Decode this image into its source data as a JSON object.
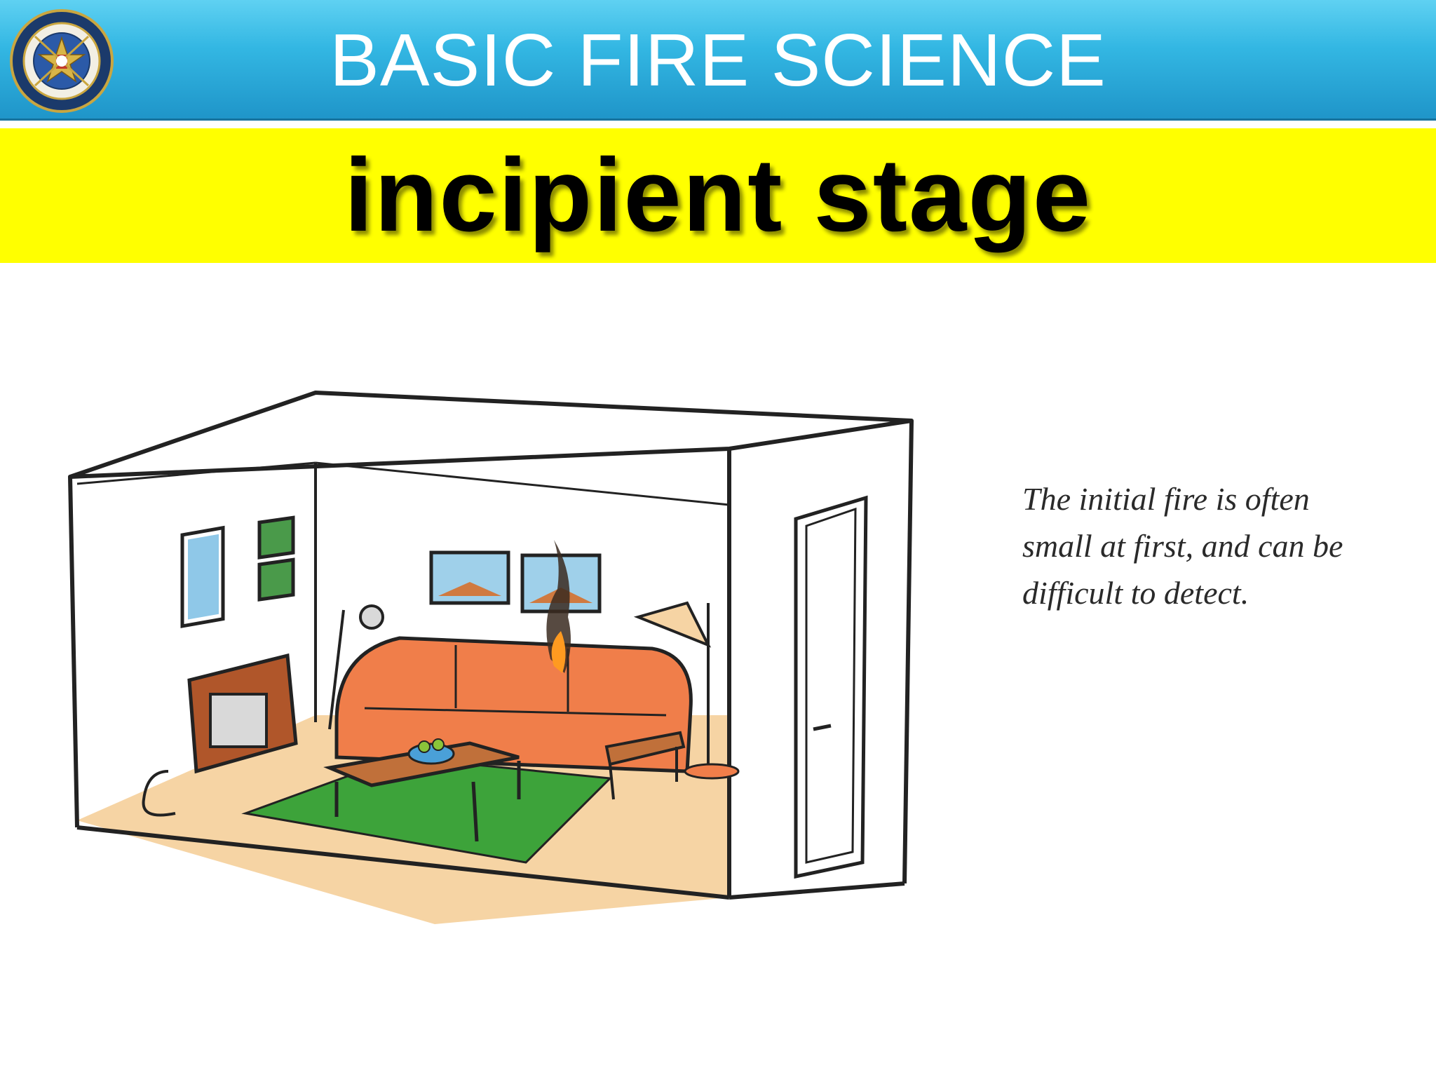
{
  "header": {
    "title": "BASIC FIRE SCIENCE",
    "logo_icon": "fire-protection-seal-icon"
  },
  "subtitle": {
    "text": "incipient stage"
  },
  "illustration": {
    "icon": "living-room-fire-illustration"
  },
  "caption": {
    "lines": [
      "The initial fire is often",
      "small at first, and can be",
      "difficult to detect."
    ]
  },
  "colors": {
    "header_blue": "#33b7e3",
    "subtitle_yellow": "#ffff00",
    "sofa_orange": "#f08050",
    "rug_green": "#3da33a",
    "floor_beige": "#f5d2a0"
  }
}
